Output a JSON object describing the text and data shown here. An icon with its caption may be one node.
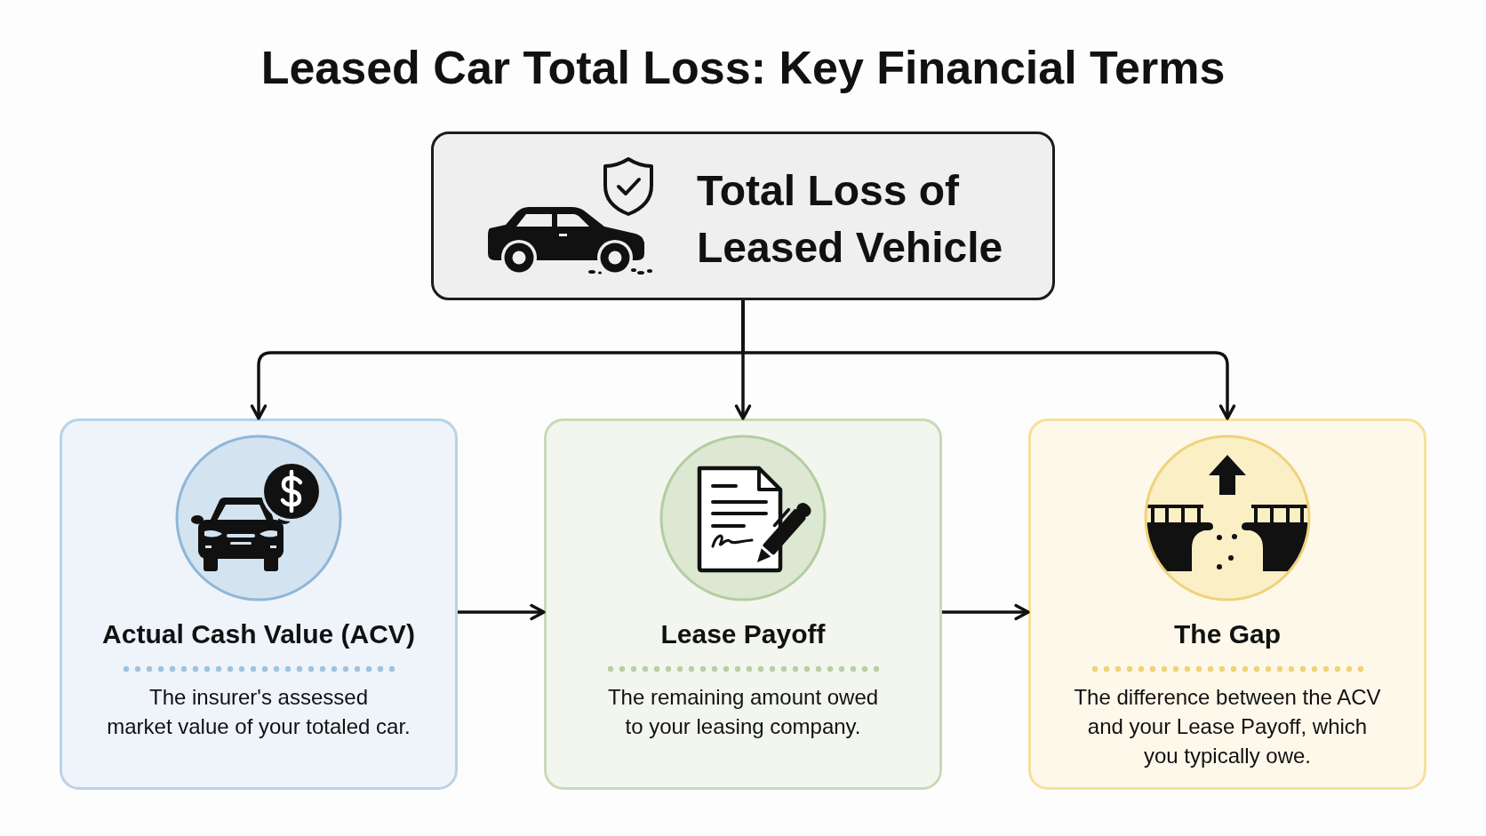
{
  "diagram": {
    "title": "Leased Car Total Loss: Key Financial Terms",
    "nodes": [
      {
        "text": [
          "Total Loss of Leased Vehicle"
        ]
      },
      {
        "text": [
          "Actual Cash Value (ACV)",
          "The insurer's assessed market value of your totaled car."
        ]
      },
      {
        "text": [
          "Lease Payoff",
          "The remaining amount owed to your leasing company."
        ]
      },
      {
        "text": [
          "The Gap",
          "The difference between the ACV and your Lease Payoff, which you typically owe."
        ]
      }
    ],
    "edges": [
      {
        "from": 0,
        "to": 1,
        "arrow": "to"
      },
      {
        "from": 0,
        "to": 2,
        "arrow": "to"
      },
      {
        "from": 0,
        "to": 3,
        "arrow": "to"
      },
      {
        "from": 1,
        "to": 2,
        "arrow": "to"
      },
      {
        "from": 2,
        "to": 3,
        "arrow": "to"
      }
    ]
  }
}
